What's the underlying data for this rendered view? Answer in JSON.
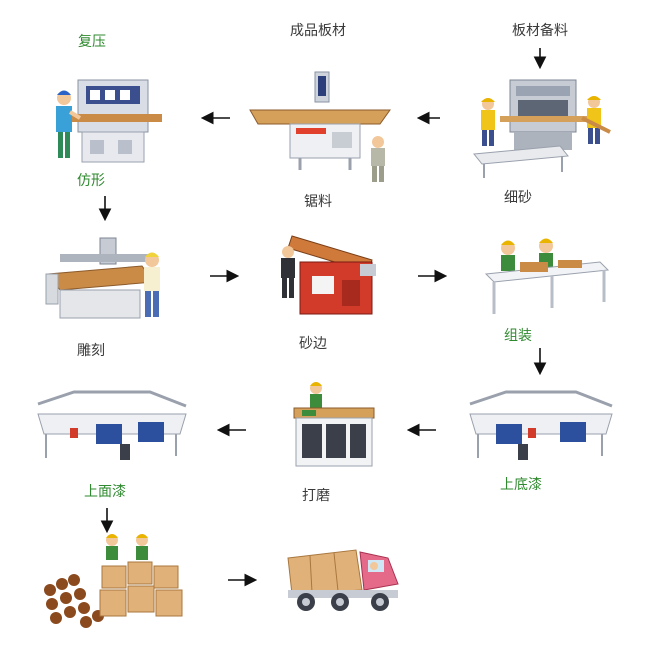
{
  "steps": {
    "fuya": "复压",
    "chengpin": "成品板材",
    "beiliao": "板材备料",
    "fangxing": "仿形",
    "juliao": "锯料",
    "xisha": "细砂",
    "diaoke": "雕刻",
    "shabian": "砂边",
    "zuzhuang": "组装",
    "shangmianqi": "上面漆",
    "damo": "打磨",
    "shangdiqi": "上底漆"
  },
  "colors": {
    "label_green": "#2f8a2f",
    "label_dark": "#3a3a3a",
    "arrow": "#111111"
  }
}
